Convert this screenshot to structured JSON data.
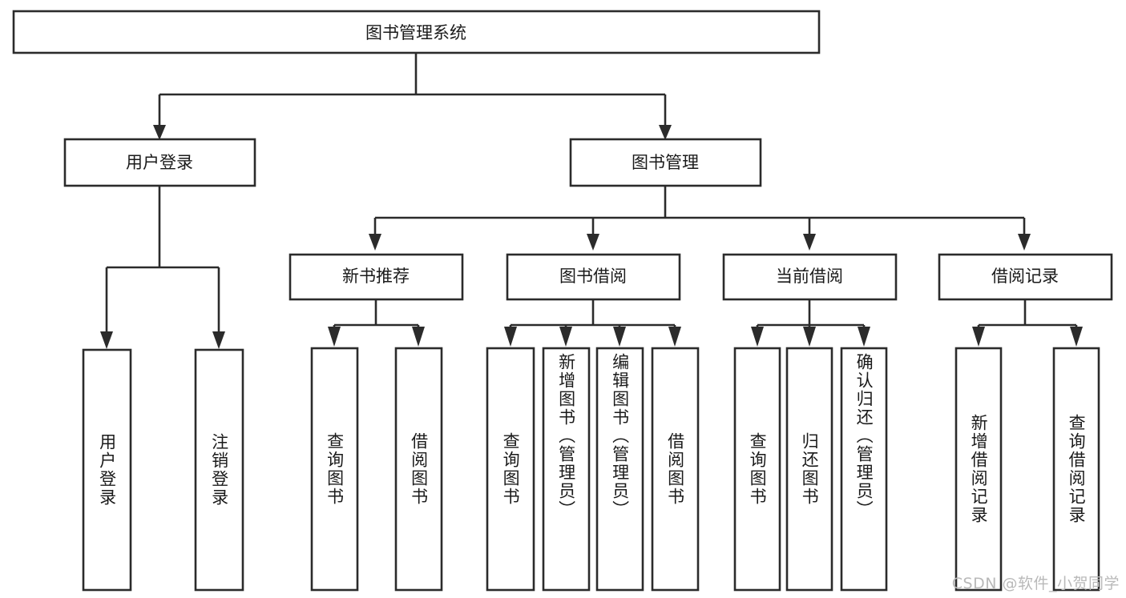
{
  "diagram": {
    "title": "图书管理系统",
    "type": "tree-hierarchy",
    "watermark": "CSDN @软件_小贺同学",
    "colors": {
      "stroke": "#2b2b2b",
      "box_fill": "#ffffff",
      "text": "#1a1a1a",
      "watermark": "#b9b9b9",
      "background": "#ffffff"
    },
    "nodes": {
      "root": {
        "label": "图书管理系统"
      },
      "level2": [
        {
          "label": "用户登录"
        },
        {
          "label": "图书管理"
        }
      ],
      "level3": [
        {
          "label": "新书推荐"
        },
        {
          "label": "图书借阅"
        },
        {
          "label": "当前借阅"
        },
        {
          "label": "借阅记录"
        }
      ],
      "leaves": {
        "user_login": [
          {
            "label": "用户登录"
          },
          {
            "label": "注销登录"
          }
        ],
        "new_book_recommend": [
          {
            "label": "查询图书"
          },
          {
            "label": "借阅图书"
          }
        ],
        "book_borrow": [
          {
            "label": "查询图书"
          },
          {
            "label": "新增图书（管理员）"
          },
          {
            "label": "编辑图书（管理员）"
          },
          {
            "label": "借阅图书"
          }
        ],
        "current_borrow": [
          {
            "label": "查询图书"
          },
          {
            "label": "归还图书"
          },
          {
            "label": "确认归还（管理员）"
          }
        ],
        "borrow_record": [
          {
            "label": "新增借阅记录"
          },
          {
            "label": "查询借阅记录"
          }
        ]
      }
    }
  }
}
